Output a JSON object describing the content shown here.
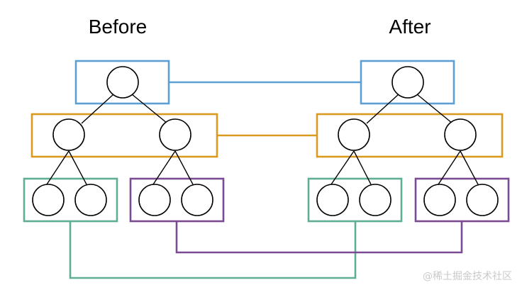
{
  "titles": {
    "before": "Before",
    "after": "After"
  },
  "watermark": "@稀土掘金技术社区",
  "colors": {
    "level_root": "#5b9fd3",
    "level_children": "#d99a1e",
    "group_green": "#5fae93",
    "group_purple": "#7a4a93",
    "node_stroke": "#000000",
    "watermark": "#c9c9c9"
  },
  "icons": {
    "watermark_logo": "juejin-logo-icon"
  }
}
